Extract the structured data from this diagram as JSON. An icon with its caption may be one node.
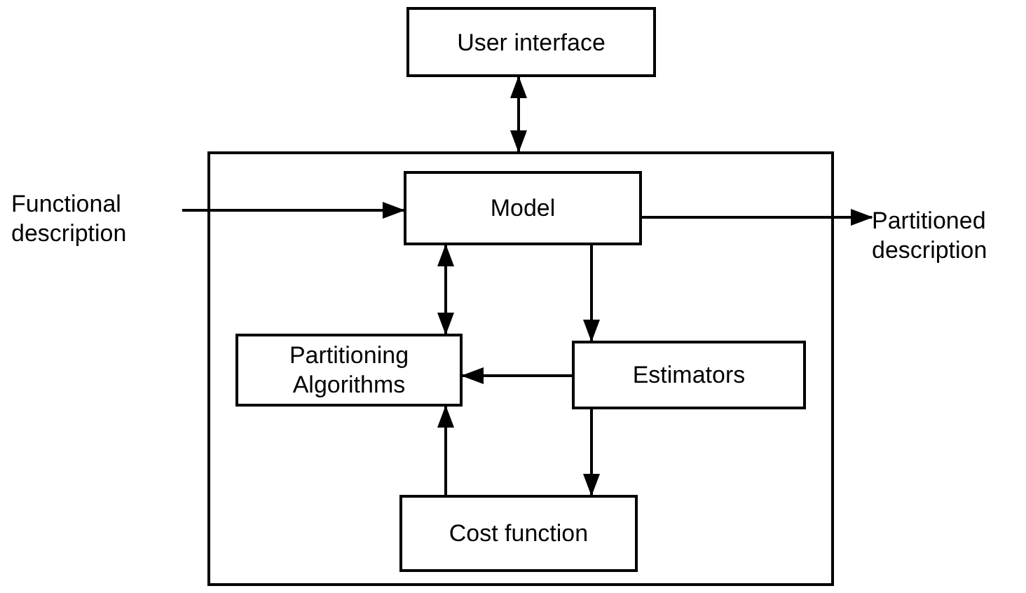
{
  "diagram": {
    "nodes": [
      {
        "text": [
          "User interface"
        ]
      },
      {
        "text": [],
        "shape": "box"
      },
      {
        "text": [
          "Functional description"
        ]
      },
      {
        "text": [
          "Model"
        ],
        "in": 1
      },
      {
        "text": [
          "Partitioned description"
        ]
      },
      {
        "text": [
          "Partitioning Algorithms"
        ],
        "in": 1
      },
      {
        "text": [
          "Estimators"
        ],
        "in": 1
      },
      {
        "text": [
          "Cost function"
        ],
        "in": 1
      }
    ],
    "edges": [
      {
        "from": 0,
        "to": 1,
        "arrow": "both"
      },
      {
        "from": 2,
        "to": 3,
        "arrow": "to"
      },
      {
        "from": 3,
        "to": 4,
        "arrow": "to"
      },
      {
        "from": 3,
        "to": 5,
        "arrow": "both"
      },
      {
        "from": 3,
        "to": 6,
        "arrow": "to"
      },
      {
        "from": 6,
        "to": 5,
        "arrow": "to"
      },
      {
        "from": 6,
        "to": 7,
        "arrow": "to"
      },
      {
        "from": 7,
        "to": 5,
        "arrow": "to"
      }
    ]
  }
}
